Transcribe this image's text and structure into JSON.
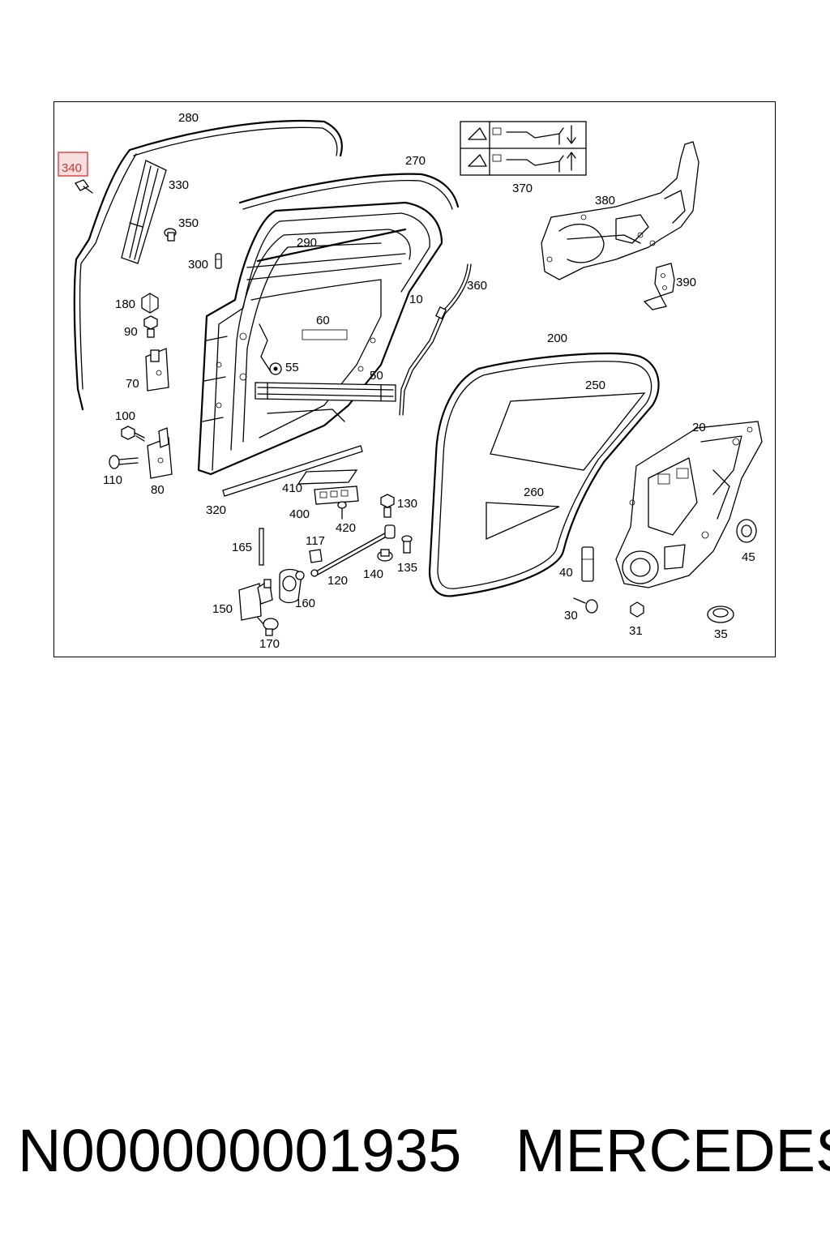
{
  "diagram": {
    "highlighted_part": "340",
    "parts": [
      {
        "id": "p280",
        "label": "280"
      },
      {
        "id": "p270",
        "label": "270"
      },
      {
        "id": "p340",
        "label": "340"
      },
      {
        "id": "p330",
        "label": "330"
      },
      {
        "id": "p350",
        "label": "350"
      },
      {
        "id": "p300",
        "label": "300"
      },
      {
        "id": "p290",
        "label": "290"
      },
      {
        "id": "p370",
        "label": "370"
      },
      {
        "id": "p380",
        "label": "380"
      },
      {
        "id": "p390",
        "label": "390"
      },
      {
        "id": "p360",
        "label": "360"
      },
      {
        "id": "p10",
        "label": "10"
      },
      {
        "id": "p180",
        "label": "180"
      },
      {
        "id": "p90",
        "label": "90"
      },
      {
        "id": "p60",
        "label": "60"
      },
      {
        "id": "p55",
        "label": "55"
      },
      {
        "id": "p70",
        "label": "70"
      },
      {
        "id": "p50",
        "label": "50"
      },
      {
        "id": "p200",
        "label": "200"
      },
      {
        "id": "p250",
        "label": "250"
      },
      {
        "id": "p100",
        "label": "100"
      },
      {
        "id": "p20",
        "label": "20"
      },
      {
        "id": "p110",
        "label": "110"
      },
      {
        "id": "p80",
        "label": "80"
      },
      {
        "id": "p410",
        "label": "410"
      },
      {
        "id": "p320",
        "label": "320"
      },
      {
        "id": "p400",
        "label": "400"
      },
      {
        "id": "p130",
        "label": "130"
      },
      {
        "id": "p420",
        "label": "420"
      },
      {
        "id": "p260",
        "label": "260"
      },
      {
        "id": "p165",
        "label": "165"
      },
      {
        "id": "p117",
        "label": "117"
      },
      {
        "id": "p45",
        "label": "45"
      },
      {
        "id": "p135",
        "label": "135"
      },
      {
        "id": "p140",
        "label": "140"
      },
      {
        "id": "p120",
        "label": "120"
      },
      {
        "id": "p40",
        "label": "40"
      },
      {
        "id": "p150",
        "label": "150"
      },
      {
        "id": "p160",
        "label": "160"
      },
      {
        "id": "p30",
        "label": "30"
      },
      {
        "id": "p31",
        "label": "31"
      },
      {
        "id": "p35",
        "label": "35"
      },
      {
        "id": "p170",
        "label": "170"
      }
    ]
  },
  "footer": {
    "part_number": "N000000001935",
    "brand": "MERCEDES"
  }
}
